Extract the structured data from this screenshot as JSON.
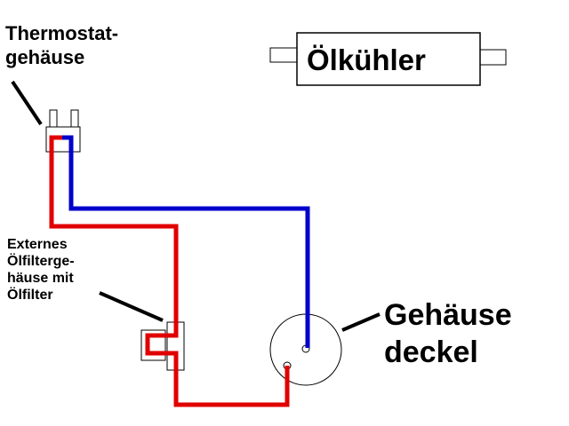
{
  "diagram": {
    "labels": {
      "thermostat": "Thermostat-\ngehäuse",
      "oil_cooler": "Ölkühler",
      "oil_filter": "Externes\nÖlfilterge-\nhäuse mit\nÖlfilter",
      "housing_cover": "Gehäuse\ndeckel"
    },
    "colors": {
      "hot_line": "#e00000",
      "cold_line": "#0000cc",
      "outline": "#000000"
    },
    "components": [
      "thermostat-housing",
      "oil-cooler",
      "external-oil-filter-housing",
      "housing-cover"
    ],
    "connections": [
      {
        "from": "thermostat-housing",
        "to": "external-oil-filter-housing",
        "color": "red"
      },
      {
        "from": "external-oil-filter-housing",
        "to": "housing-cover",
        "color": "red"
      },
      {
        "from": "thermostat-housing",
        "to": "housing-cover",
        "color": "blue"
      }
    ]
  }
}
